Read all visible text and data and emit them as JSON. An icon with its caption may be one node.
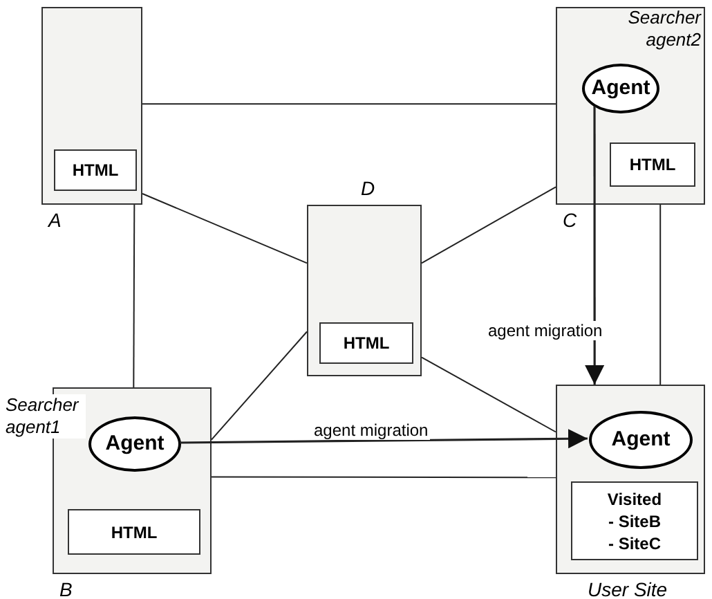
{
  "diagram": {
    "nodes": [
      {
        "text": [
          "A"
        ]
      },
      {
        "text": [
          "HTML"
        ],
        "in": 0
      },
      {
        "text": [
          "C"
        ]
      },
      {
        "text": [
          "Agent"
        ],
        "in": 2,
        "beside": [
          "Searcher agent2"
        ]
      },
      {
        "text": [
          "HTML"
        ],
        "in": 2
      },
      {
        "text": [
          "D"
        ]
      },
      {
        "text": [
          "HTML"
        ],
        "in": 5
      },
      {
        "text": [
          "B"
        ]
      },
      {
        "text": [
          "Agent"
        ],
        "in": 7,
        "beside": [
          "Searcher agent1"
        ]
      },
      {
        "text": [
          "HTML"
        ],
        "in": 7
      },
      {
        "text": [
          "User Site"
        ]
      },
      {
        "text": [
          "Agent"
        ],
        "in": 10
      },
      {
        "text": [
          "Visited",
          "- SiteB",
          "- SiteC"
        ],
        "in": 10
      }
    ],
    "edges": [
      {
        "from": 0,
        "to": 2,
        "arrow": "none"
      },
      {
        "from": 0,
        "to": 7,
        "arrow": "none"
      },
      {
        "from": 0,
        "to": 5,
        "arrow": "none"
      },
      {
        "from": 5,
        "to": 2,
        "arrow": "none"
      },
      {
        "from": 5,
        "to": 7,
        "arrow": "none"
      },
      {
        "from": 5,
        "to": 10,
        "arrow": "none"
      },
      {
        "from": 7,
        "to": 10,
        "arrow": "none"
      },
      {
        "from": 2,
        "to": 10,
        "arrow": "none"
      },
      {
        "from": 3,
        "to": 10,
        "arrow": "to",
        "label": "agent migration"
      },
      {
        "from": 8,
        "to": 11,
        "arrow": "to",
        "label": "agent migration"
      }
    ]
  }
}
